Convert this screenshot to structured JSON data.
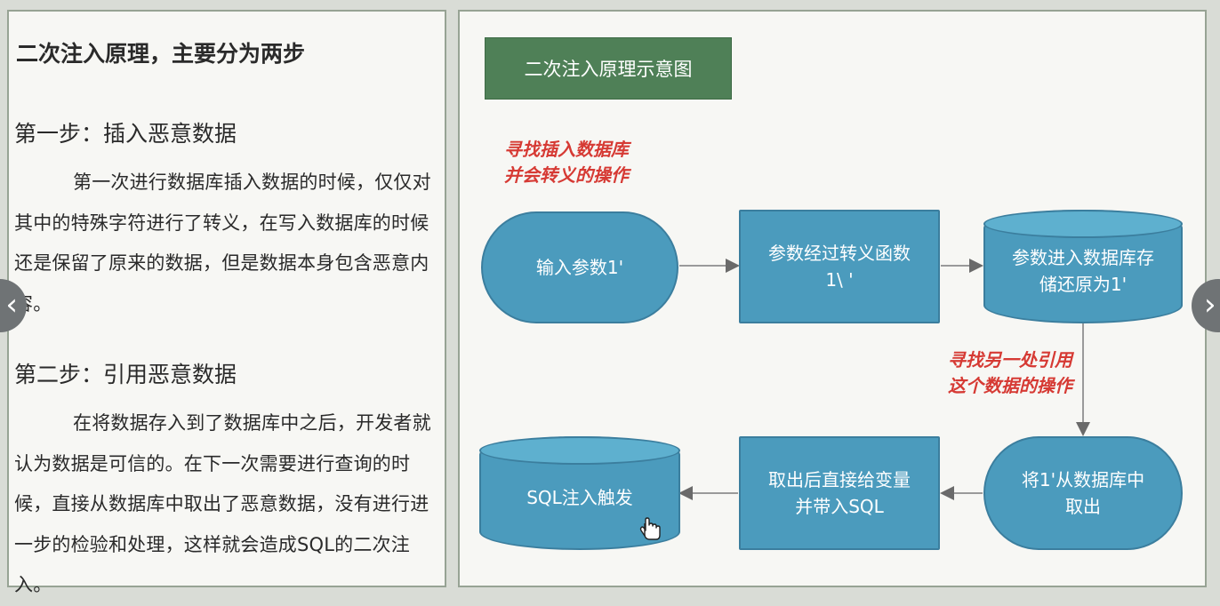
{
  "left": {
    "title": "二次注入原理，主要分为两步",
    "step1": {
      "title": "第一步：插入恶意数据",
      "body": "第一次进行数据库插入数据的时候，仅仅对其中的特殊字符进行了转义，在写入数据库的时候还是保留了原来的数据，但是数据本身包含恶意内容。"
    },
    "step2": {
      "title": "第二步：引用恶意数据",
      "body": "在将数据存入到了数据库中之后，开发者就认为数据是可信的。在下一次需要进行查询的时候，直接从数据库中取出了恶意数据，没有进行进一步的检验和处理，这样就会造成SQL的二次注入。"
    }
  },
  "diagram": {
    "tag": "二次注入原理示意图",
    "annotation1": [
      "寻找插入数据库",
      "并会转义的操作"
    ],
    "annotation2": [
      "寻找另一处引用",
      "这个数据的操作"
    ],
    "nodes": {
      "input_param": "输入参数1'",
      "escape_func": [
        "参数经过转义函数",
        "1\\ '"
      ],
      "store_db": [
        "参数进入数据库存",
        "储还原为1'"
      ],
      "fetch_db": [
        "将1'从数据库中",
        "取出"
      ],
      "assign_var": [
        "取出后直接给变量",
        "并带入SQL"
      ],
      "sql_trigger": "SQL注入触发"
    },
    "colors": {
      "node_fill": "#4b9bbd",
      "tag_fill": "#4f8057",
      "annotation": "#d63a34",
      "arrow": "#9a9a9a"
    }
  },
  "nav": {
    "prev_icon": "‹",
    "next_icon": "›"
  }
}
